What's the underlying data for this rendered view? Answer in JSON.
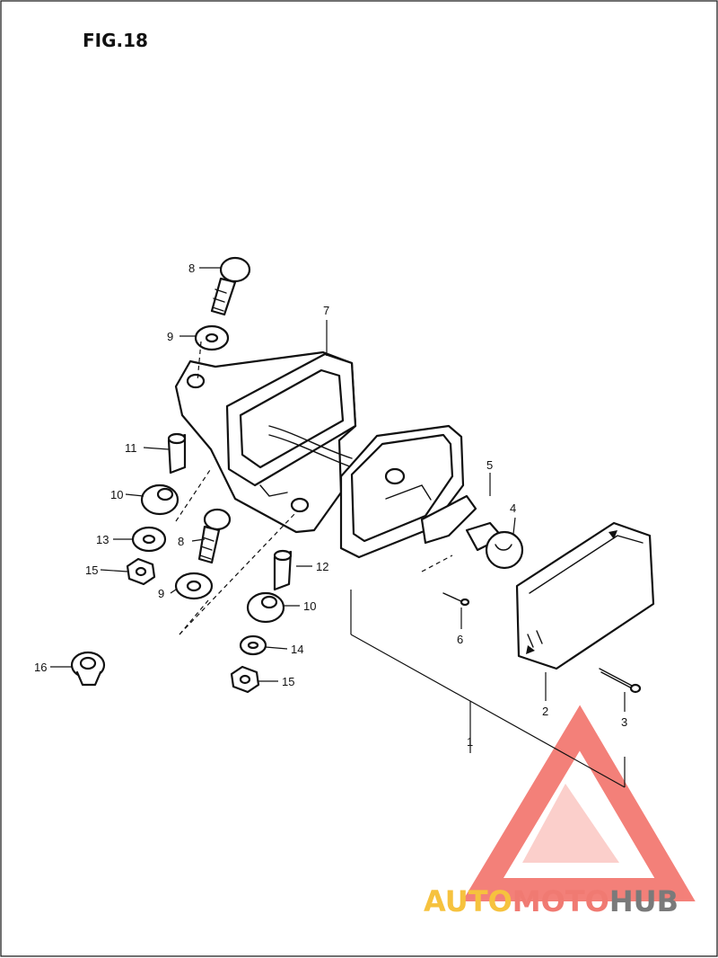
{
  "figure": {
    "title": "FIG.18"
  },
  "callouts": {
    "c1": "1",
    "c2": "2",
    "c3": "3",
    "c4": "4",
    "c5": "5",
    "c6": "6",
    "c7": "7",
    "c8a": "8",
    "c8b": "8",
    "c9a": "9",
    "c9b": "9",
    "c10a": "10",
    "c10b": "10",
    "c11": "11",
    "c12": "12",
    "c13": "13",
    "c14": "14",
    "c15a": "15",
    "c15b": "15",
    "c16": "16"
  },
  "watermark": {
    "part1": "AUTO",
    "part2": "MOTO",
    "part3": "HUB"
  },
  "colors": {
    "ink": "#111111",
    "wm_gold": "#f6c23e",
    "wm_red": "#f07a72",
    "wm_gray": "#7a7a7a",
    "wm_triangle": "#f26a62"
  }
}
